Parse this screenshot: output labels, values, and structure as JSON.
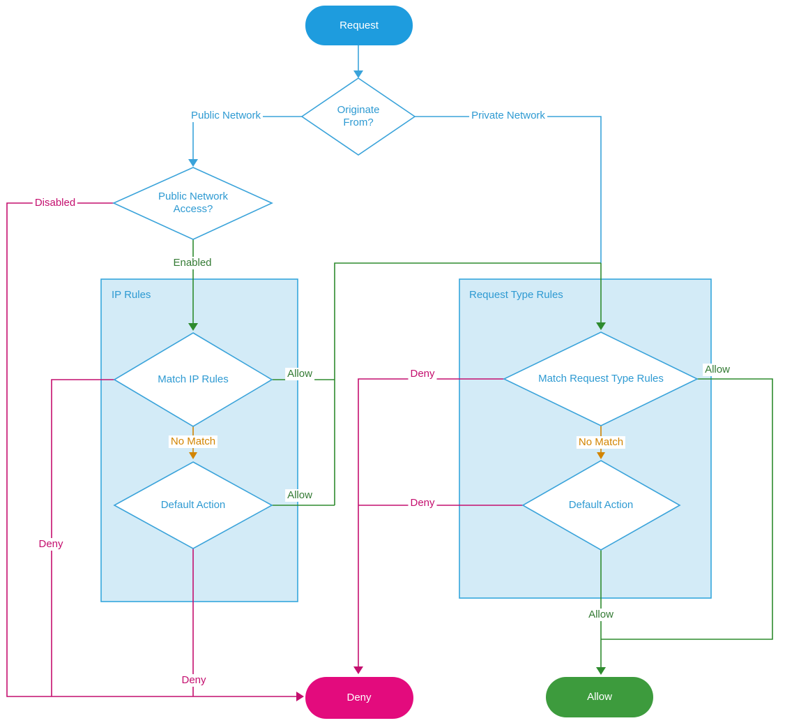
{
  "palette": {
    "node_blue": "#1e9cde",
    "stroke_blue": "#3aa3da",
    "text_blue": "#2e9ad2",
    "box_fill": "#d3ebf7",
    "box_stroke": "#35a7dc",
    "green_line": "#2e8b2e",
    "green_text": "#337a33",
    "node_green": "#3d9b3d",
    "pink_line": "#c40e6e",
    "node_pink": "#e30b7d",
    "orange": "#d28400"
  },
  "nodes": {
    "request": {
      "label": "Request"
    },
    "originate_from": {
      "label": "Originate From?"
    },
    "public_network_access": {
      "label": "Public Network Access?"
    },
    "match_ip_rules": {
      "label": "Match IP Rules"
    },
    "default_action_ip": {
      "label": "Default Action"
    },
    "match_request_type_rules": {
      "label": "Match Request Type Rules"
    },
    "default_action_rt": {
      "label": "Default Action"
    },
    "deny": {
      "label": "Deny"
    },
    "allow": {
      "label": "Allow"
    }
  },
  "containers": {
    "ip_rules": {
      "label": "IP Rules"
    },
    "request_type_rules": {
      "label": "Request Type Rules"
    }
  },
  "edge_labels": {
    "public_network": "Public Network",
    "private_network": "Private Network",
    "disabled": "Disabled",
    "enabled": "Enabled",
    "ip_allow_match": "Allow",
    "ip_no_match": "No Match",
    "ip_allow_default": "Allow",
    "ip_deny_match": "Deny",
    "ip_deny_default": "Deny",
    "rt_deny_match": "Deny",
    "rt_no_match": "No Match",
    "rt_deny_default": "Deny",
    "rt_allow_match": "Allow",
    "rt_allow_default": "Allow"
  }
}
